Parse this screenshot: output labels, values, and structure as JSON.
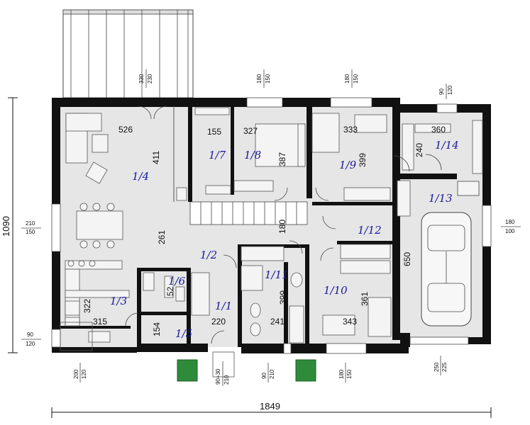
{
  "rooms": [
    {
      "id": "1/2",
      "label": "1/2"
    },
    {
      "id": "1/3",
      "label": "1/3"
    },
    {
      "id": "1/4",
      "label": "1/4"
    },
    {
      "id": "1/5",
      "label": "1/5"
    },
    {
      "id": "1/6",
      "label": "1/6"
    },
    {
      "id": "1/7",
      "label": "1/7"
    },
    {
      "id": "1/8",
      "label": "1/8"
    },
    {
      "id": "1/9",
      "label": "1/9"
    },
    {
      "id": "1/10",
      "label": "1/10"
    },
    {
      "id": "1/11",
      "label": "1/11"
    },
    {
      "id": "1/12",
      "label": "1/12"
    },
    {
      "id": "1/13",
      "label": "1/13"
    },
    {
      "id": "1/14",
      "label": "1/14"
    },
    {
      "id": "1/1",
      "label": "1/1"
    }
  ],
  "dimensions": {
    "d526": "526",
    "d411": "411",
    "d261": "261",
    "d155": "155",
    "d327": "327",
    "d387": "387",
    "d333": "333",
    "d399a": "399",
    "d360": "360",
    "d240": "240",
    "d180": "180",
    "d650": "650",
    "d322": "322",
    "d315": "315",
    "d52": "52",
    "d154": "154",
    "d220": "220",
    "d399b": "399",
    "d241": "241",
    "d361": "361",
    "d343": "343"
  },
  "window_tags": {
    "top1_a": "330",
    "top1_b": "230",
    "top2_a": "180",
    "top2_b": "150",
    "top3_a": "180",
    "top3_b": "150",
    "top4_a": "90",
    "top4_b": "120",
    "left1_a": "210",
    "left1_b": "150",
    "left2_a": "90",
    "left2_b": "120",
    "right1_a": "180",
    "right1_b": "100",
    "bot1_a": "200",
    "bot1_b": "120",
    "bot2_a": "90+30",
    "bot2_b": "210",
    "bot3_a": "90",
    "bot3_b": "210",
    "bot4_a": "180",
    "bot4_b": "150",
    "bot5_a": "250",
    "bot5_b": "225"
  },
  "overall": {
    "width": "1849",
    "height": "1090"
  }
}
